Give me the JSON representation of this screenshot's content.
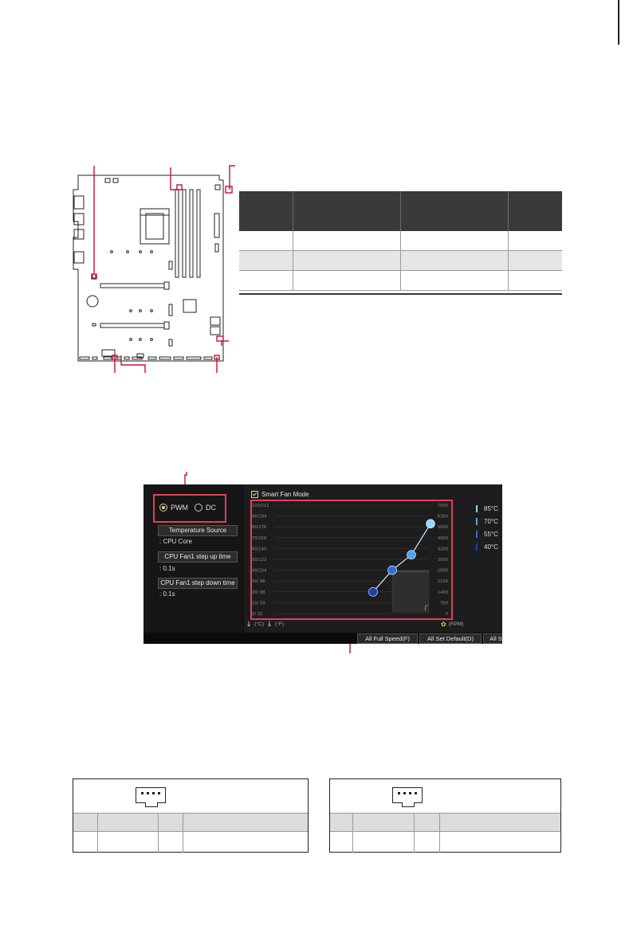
{
  "page": {
    "cut_mark": true
  },
  "motherboard_figure": {
    "callout_color": "#c8102e",
    "board_line_color": "#222222"
  },
  "spec_table": {
    "header_color": "#3a3a3a",
    "shaded_row_color": "#e6e6e6",
    "columns": [
      "",
      "",
      "",
      ""
    ],
    "rows": [
      [
        "",
        "",
        "",
        ""
      ],
      [
        "",
        "",
        "",
        ""
      ],
      [
        "",
        "",
        "",
        ""
      ]
    ]
  },
  "bios": {
    "mode_options": [
      {
        "label": "PWM",
        "selected": true
      },
      {
        "label": "DC",
        "selected": false
      }
    ],
    "temperature_source_button": "Temperature Source",
    "temperature_source_value": ": CPU Core",
    "step_up_button": "CPU Fan1 step up time",
    "step_up_value": ": 0.1s",
    "step_down_button": "CPU Fan1 step down time",
    "step_down_value": ": 0.1s",
    "smart_fan_mode_label": "Smart Fan Mode",
    "smart_fan_mode_checked": true,
    "left_axis_ticks": [
      "100/212",
      "90/194",
      "80/176",
      "70/158",
      "60/140",
      "50/122",
      "40/104",
      "30/ 86",
      "20/ 68",
      "10/ 50",
      "0/ 32"
    ],
    "right_axis_ticks": [
      "7000",
      "6300",
      "5600",
      "4900",
      "4200",
      "3500",
      "2800",
      "2100",
      "1400",
      "700",
      "0"
    ],
    "temp_unit_c": "(°C)",
    "temp_unit_f": "(°F)",
    "rpm_unit": "(RPM)",
    "legend": [
      {
        "label": "85°C",
        "color": "#9ad4ff"
      },
      {
        "label": "70°C",
        "color": "#4aa8f0"
      },
      {
        "label": "55°C",
        "color": "#2a6fe0"
      },
      {
        "label": "40°C",
        "color": "#1a3fb0"
      }
    ],
    "bottom_buttons": [
      "All Full Speed(F)",
      "All Set Default(D)",
      "All S"
    ],
    "highlight_color": "#e0405a"
  },
  "chart_data": {
    "type": "line",
    "x_label": "°C/°F",
    "y_label": "RPM",
    "points": [
      {
        "temp_c": 40,
        "rpm": 1400,
        "color": "#1a3fb0"
      },
      {
        "temp_c": 55,
        "rpm": 2800,
        "color": "#2a6fe0"
      },
      {
        "temp_c": 70,
        "rpm": 3800,
        "color": "#4aa8f0"
      },
      {
        "temp_c": 85,
        "rpm": 5800,
        "color": "#9ad4ff"
      }
    ],
    "y_range_rpm": [
      0,
      7000
    ],
    "temp_range_c": [
      0,
      100
    ],
    "grid": true
  },
  "pin_tables": [
    {
      "header_cells": [
        "",
        "",
        "",
        ""
      ],
      "row_cells": [
        "",
        "",
        "",
        ""
      ]
    },
    {
      "header_cells": [
        "",
        "",
        "",
        ""
      ],
      "row_cells": [
        "",
        "",
        "",
        ""
      ]
    }
  ]
}
